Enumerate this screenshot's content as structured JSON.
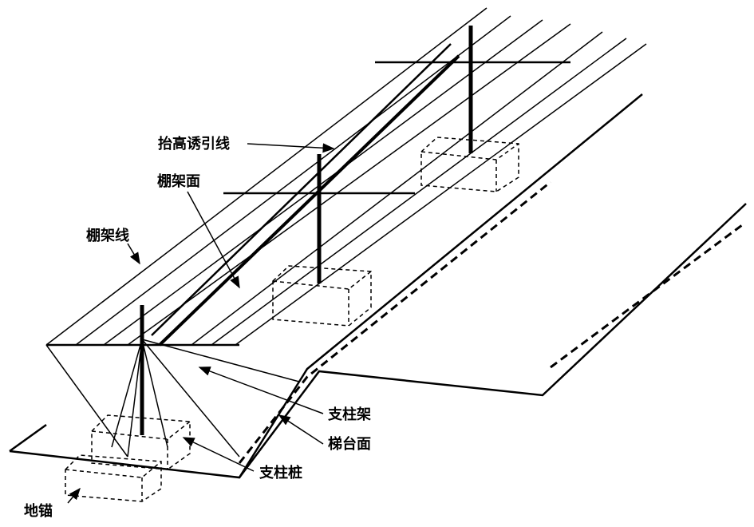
{
  "labels": {
    "lift_guide_wire": "抬高诱引线",
    "trellis_surface": "棚架面",
    "trellis_wire": "棚架线",
    "post_frame": "支柱架",
    "terrace_surface": "梯台面",
    "post_pile": "支柱桩",
    "ground_anchor": "地锚"
  }
}
